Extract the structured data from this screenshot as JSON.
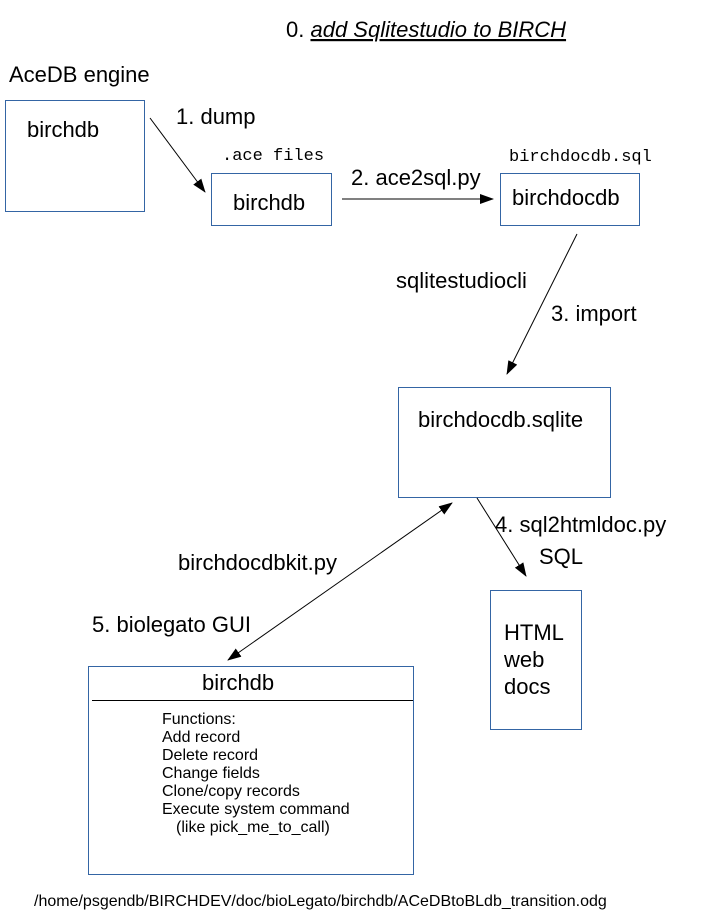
{
  "title": {
    "prefix": "0. ",
    "text": "add Sqlitestudio to BIRCH"
  },
  "colors": {
    "box_border": "#3465a4",
    "text": "#000000"
  },
  "nodes": {
    "acedb_engine": {
      "caption": "AceDB engine",
      "label": "birchdb"
    },
    "ace_files": {
      "caption": ".ace files",
      "label": "birchdb"
    },
    "sql_file": {
      "caption": "birchdocdb.sql",
      "label": "birchdocdb"
    },
    "sqlite_db": {
      "label": "birchdocdb.sqlite"
    },
    "html_docs": {
      "lines": [
        "HTML",
        "web",
        "docs"
      ]
    },
    "gui": {
      "title": "birchdb",
      "lines": [
        "Functions:",
        "Add record",
        "Delete record",
        "Change fields",
        "Clone/copy records",
        "Execute system command",
        "(like pick_me_to_call)"
      ]
    }
  },
  "edges": {
    "dump": "1. dump",
    "ace2sql": "2. ace2sql.py",
    "import_tool": "sqlitestudiocli",
    "import": "3. import",
    "sql2html": "4.  sql2htmldoc.py",
    "sql2html_sub": "SQL",
    "kit": "birchdocdbkit.py",
    "gui": "5. biolegato GUI"
  },
  "footer": {
    "path": "/home/psgendb/BIRCHDEV/doc/bioLegato/birchdb/ACeDBtoBLdb_transition.odg"
  }
}
